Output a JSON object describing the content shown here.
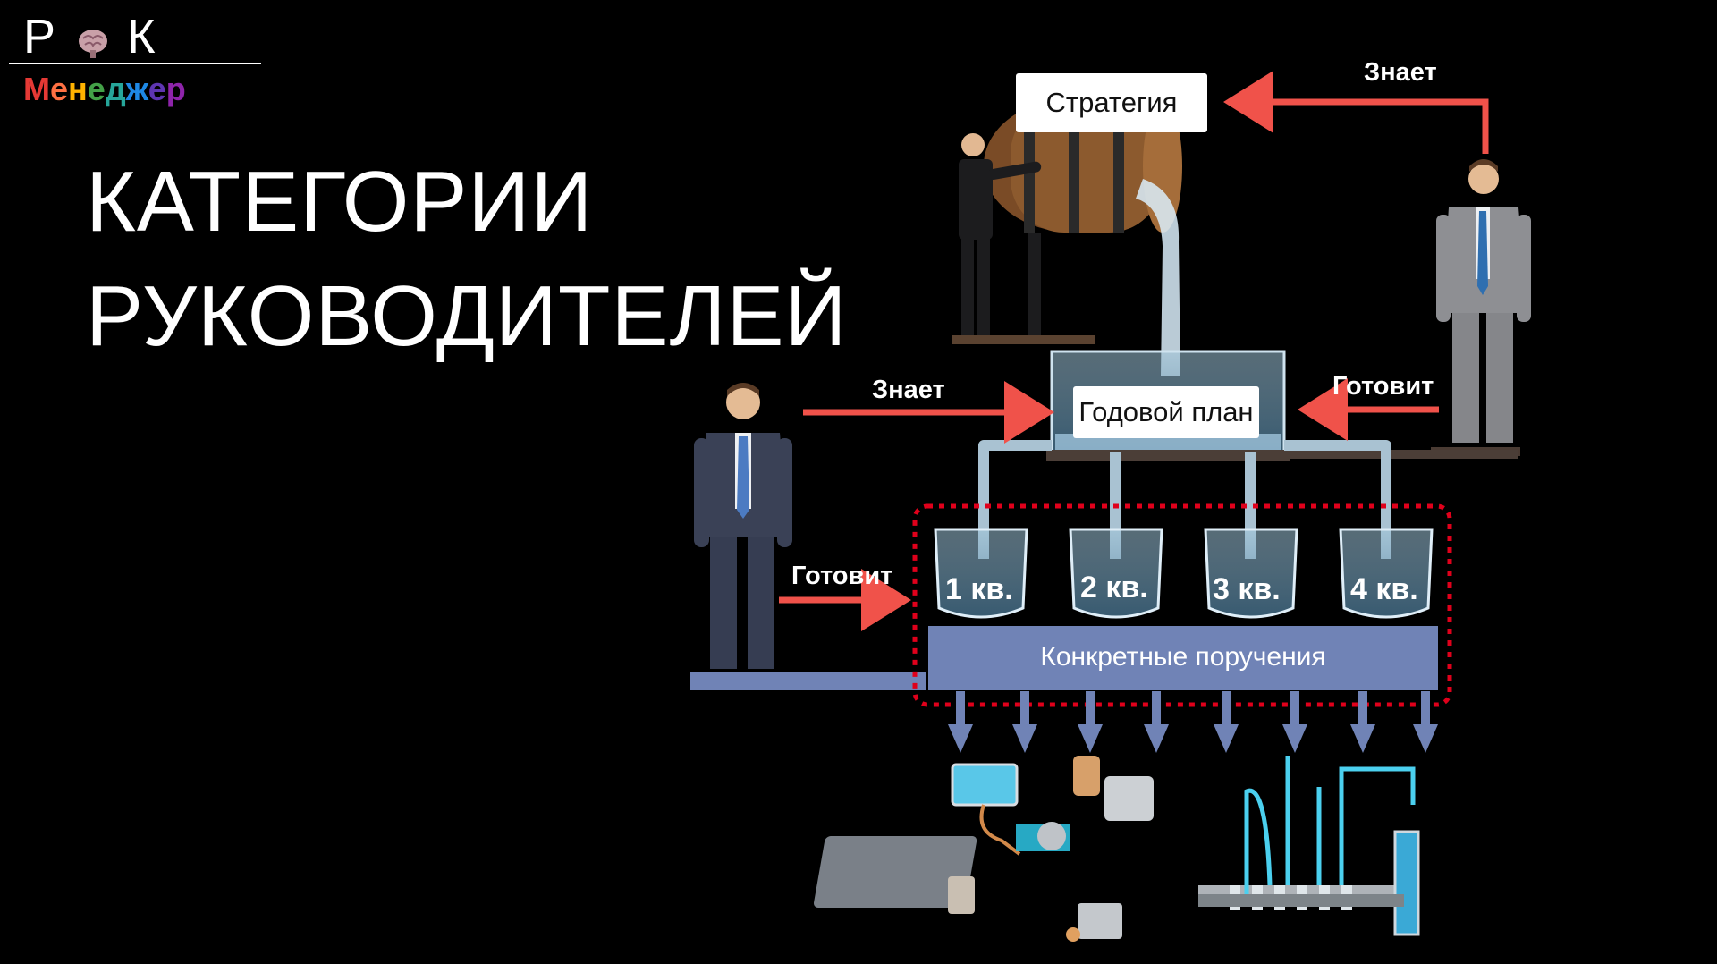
{
  "logo": {
    "top_left": "Р",
    "top_right": "К",
    "subtitle_letters": [
      "М",
      "е",
      "н",
      "е",
      "д",
      "ж",
      "е",
      "р"
    ],
    "subtitle_colors": [
      "#e53935",
      "#ff7043",
      "#ffb300",
      "#43a047",
      "#26a69a",
      "#1e88e5",
      "#5e35b1",
      "#8e24aa"
    ]
  },
  "title": {
    "line1": "КАТЕГОРИИ",
    "line2": "РУКОВОДИТЕЛЕЙ"
  },
  "diagram": {
    "strategy": "Стратегия",
    "annual_plan": "Годовой план",
    "knows_top": "Знает",
    "knows_mid": "Знает",
    "prepares_top": "Готовит",
    "prepares_mid": "Готовит",
    "quarters": [
      "1 кв.",
      "2 кв.",
      "3 кв.",
      "4 кв."
    ],
    "tasks": "Конкретные поручения"
  },
  "colors": {
    "arrow": "#f0524a",
    "bar": "#7083b6",
    "dotted": "#e0001b",
    "water": "#bfe6ff"
  }
}
